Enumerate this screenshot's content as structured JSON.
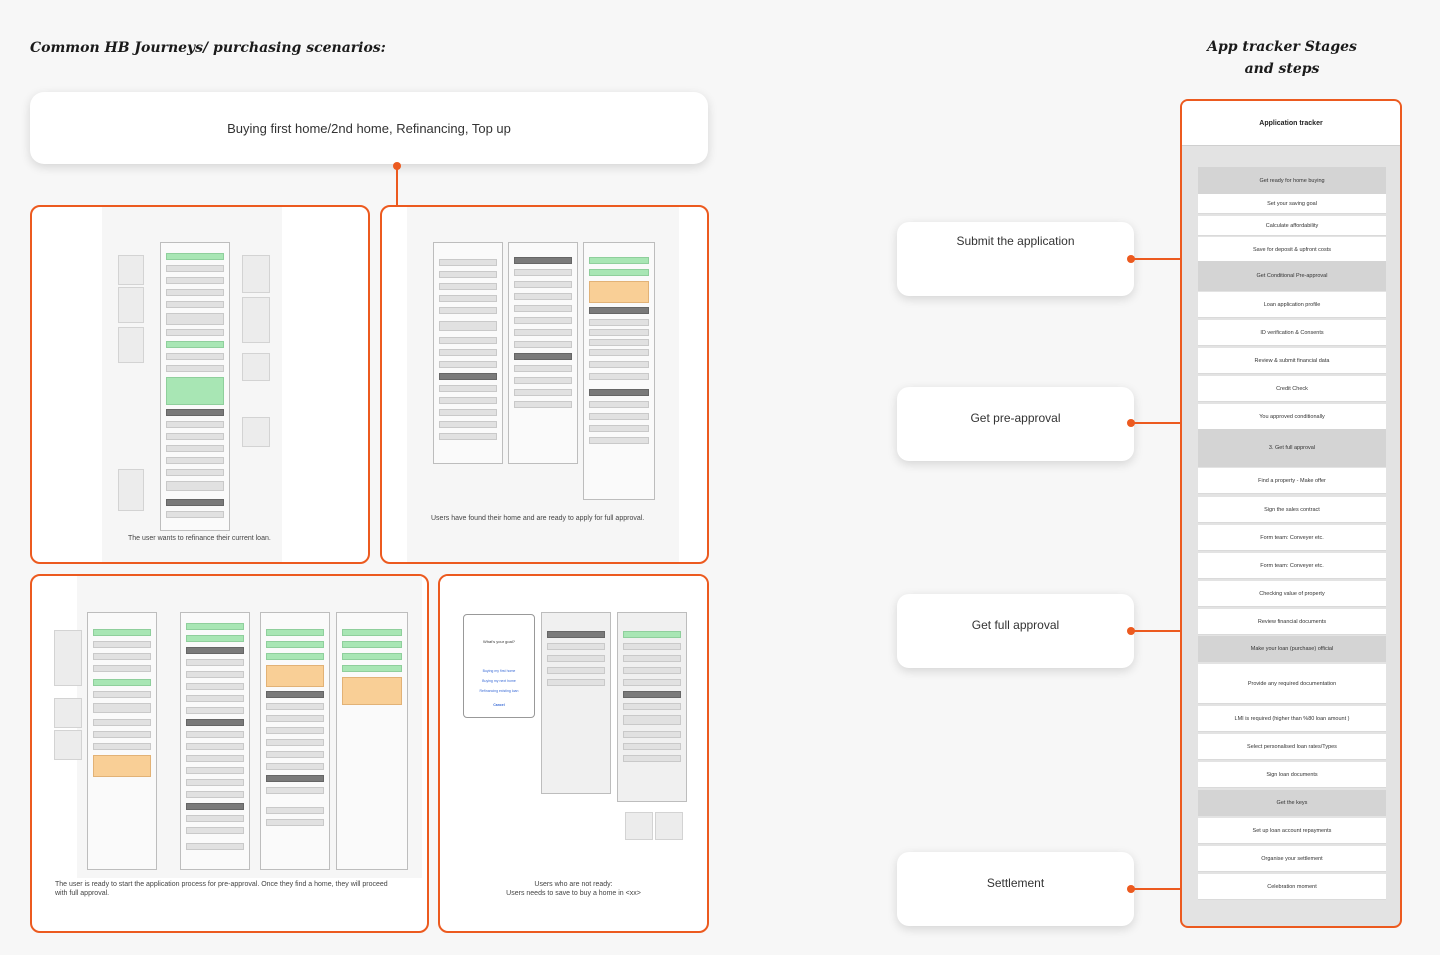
{
  "page": {
    "left_heading": "Common HB Journeys/ purchasing scenarios:",
    "right_heading_line1": "App tracker Stages",
    "right_heading_line2": "and steps"
  },
  "top_card": {
    "label": "Buying first home/2nd home, Refinancing, Top up"
  },
  "scenarios": {
    "refinance": {
      "caption": "The user wants to refinance their current loan."
    },
    "full_approval": {
      "caption": "Users have found their home and are ready to apply for full approval."
    },
    "pre_approval": {
      "caption_line1": "The user is ready to start the application process for pre-approval. Once they find a home, they will proceed",
      "caption_line2": "with full approval."
    },
    "not_ready": {
      "caption_line1": "Users who are not ready:",
      "caption_line2": "Users needs to save to buy a home in <xx>",
      "phone_question": "What's your goal?",
      "phone_options": [
        "Buying my first home",
        "Buying my next home",
        "Refinancing existing loan"
      ],
      "phone_cancel": "Cancel"
    }
  },
  "stages": [
    {
      "label": "Submit the application"
    },
    {
      "label": "Get pre-approval"
    },
    {
      "label": "Get full approval"
    },
    {
      "label": "Settlement"
    }
  ],
  "tracker": {
    "title": "Application tracker",
    "rows": [
      {
        "label": "Get ready for home buying",
        "section": true
      },
      {
        "label": "Set your saving goal",
        "section": false
      },
      {
        "label": "Calculate affordability",
        "section": false
      },
      {
        "label": "Save for deposit & upfront costs",
        "section": false
      },
      {
        "label": "Get Conditional Pre-approval",
        "section": true
      },
      {
        "label": "Loan application profile",
        "section": false
      },
      {
        "label": "ID verification & Consents",
        "section": false
      },
      {
        "label": "Review & submit financial data",
        "section": false
      },
      {
        "label": "Credit Check",
        "section": false
      },
      {
        "label": "You approved conditionally",
        "section": false
      },
      {
        "label": "3. Get full approval",
        "section": true
      },
      {
        "label": "Find a property - Make offer",
        "section": false
      },
      {
        "label": "Sign the sales contract",
        "section": false
      },
      {
        "label": "Form team: Conveyer etc.",
        "section": false
      },
      {
        "label": "Form team: Conveyer etc.",
        "section": false
      },
      {
        "label": "Checking value of property",
        "section": false
      },
      {
        "label": "Review financial documents",
        "section": false
      },
      {
        "label": "Make your loan (purchase) official",
        "section": true
      },
      {
        "label": "Provide any required documentation",
        "section": false
      },
      {
        "label": "LMI is required (higher than %80 loan amount )",
        "section": false
      },
      {
        "label": "Select personalised loan rates/Types",
        "section": false
      },
      {
        "label": "Sign loan documents",
        "section": false
      },
      {
        "label": "Get the keys",
        "section": true
      },
      {
        "label": "Set up loan account repayments",
        "section": false
      },
      {
        "label": "Organise your settlement",
        "section": false
      },
      {
        "label": "Celebration moment",
        "section": false
      }
    ]
  },
  "colors": {
    "accent": "#ec5a1f",
    "green_step": "#a8e6b4",
    "dark_step": "#7a7a7a",
    "orange_step": "#f9cf96",
    "section_gray": "#d4d4d4"
  }
}
